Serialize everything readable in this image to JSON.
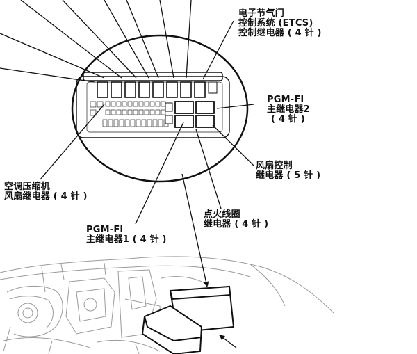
{
  "labels": {
    "etcs": {
      "line1": "电子节气门",
      "line2": "控制系统 (ETCS)",
      "line3": "控制继电器 ( 4 针 )"
    },
    "pgm2": {
      "line1": "PGM-FI",
      "line2": "主继电器2",
      "line3": "( 4 针 )"
    },
    "fan": {
      "line1": "风扇控制",
      "line2": "继电器 ( 5 针 )"
    },
    "ac": {
      "line1": "空调压缩机",
      "line2": "风扇继电器 ( 4 针 )"
    },
    "ignition": {
      "line1": "点火线圈",
      "line2": "继电器 ( 4 针 )"
    },
    "pgm1": {
      "line1": "PGM-FI",
      "line2": "主继电器1 ( 4 针 )"
    }
  },
  "colors": {
    "ink": "#111111",
    "sketch": "#9a9a9a"
  }
}
